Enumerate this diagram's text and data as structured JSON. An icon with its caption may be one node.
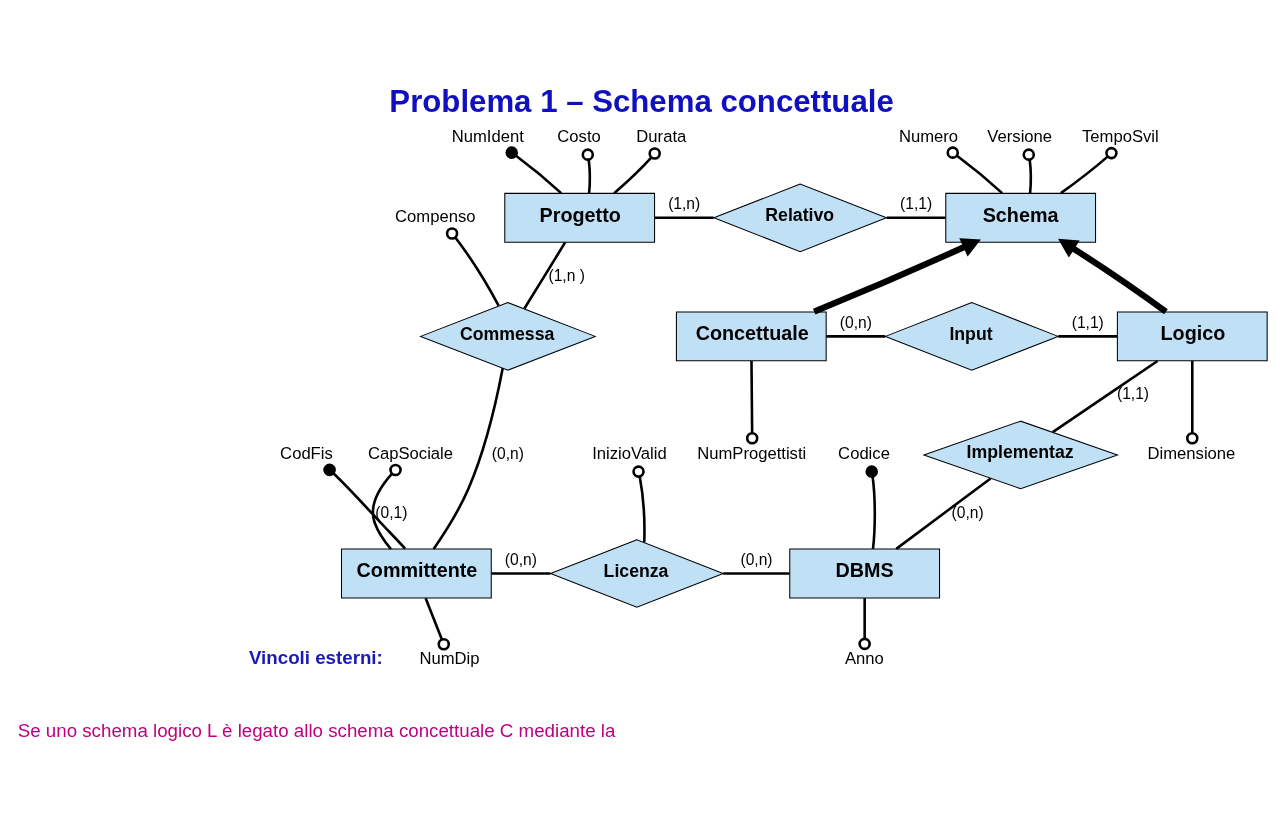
{
  "diagram": {
    "title": "Problema 1 – Schema concettuale",
    "nodes": [
      {
        "text": [
          "Progetto"
        ]
      },
      {
        "text": [
          "Relativo"
        ]
      },
      {
        "text": [
          "Schema"
        ]
      },
      {
        "text": [
          "Concettuale"
        ]
      },
      {
        "text": [
          "Input"
        ]
      },
      {
        "text": [
          "Logico"
        ]
      },
      {
        "text": [
          "Commessa"
        ]
      },
      {
        "text": [
          "Implementaz"
        ]
      },
      {
        "text": [
          "Committente"
        ]
      },
      {
        "text": [
          "Licenza"
        ]
      },
      {
        "text": [
          "DBMS"
        ]
      },
      {
        "text": [
          "NumIdent"
        ]
      },
      {
        "text": [
          "Costo"
        ]
      },
      {
        "text": [
          "Durata"
        ]
      },
      {
        "text": [
          "Numero"
        ]
      },
      {
        "text": [
          "Versione"
        ]
      },
      {
        "text": [
          "TempoSvil"
        ]
      },
      {
        "text": [
          "Compenso"
        ]
      },
      {
        "text": [
          "NumProgettisti"
        ]
      },
      {
        "text": [
          "Dimensione"
        ]
      },
      {
        "text": [
          "CapSociale"
        ]
      },
      {
        "text": [
          "CodFis"
        ]
      },
      {
        "text": [
          "InizioValid"
        ]
      },
      {
        "text": [
          "Codice"
        ]
      },
      {
        "text": [
          "NumDip"
        ]
      },
      {
        "text": [
          "Anno"
        ]
      }
    ],
    "edges": [
      {
        "from": 0,
        "to": 1,
        "arrow": "none",
        "label": "(1,n)"
      },
      {
        "from": 1,
        "to": 2,
        "arrow": "none",
        "label": "(1,1)"
      },
      {
        "from": 3,
        "to": 2,
        "arrow": "to",
        "style": "thick"
      },
      {
        "from": 5,
        "to": 2,
        "arrow": "to",
        "style": "thick"
      },
      {
        "from": 3,
        "to": 4,
        "arrow": "none",
        "label": "(0,n)"
      },
      {
        "from": 4,
        "to": 5,
        "arrow": "none",
        "label": "(1,1)"
      },
      {
        "from": 0,
        "to": 6,
        "arrow": "none",
        "label": "(1,n )"
      },
      {
        "from": 6,
        "to": 8,
        "arrow": "none",
        "label": "(0,n)"
      },
      {
        "from": 5,
        "to": 7,
        "arrow": "none",
        "label": "(1,1)"
      },
      {
        "from": 7,
        "to": 10,
        "arrow": "none",
        "label": "(0,n)"
      },
      {
        "from": 8,
        "to": 9,
        "arrow": "none",
        "label": "(0,n)"
      },
      {
        "from": 9,
        "to": 10,
        "arrow": "none",
        "label": "(0,n)"
      },
      {
        "from": 0,
        "to": 11,
        "arrow": "other"
      },
      {
        "from": 0,
        "to": 12,
        "arrow": "other"
      },
      {
        "from": 0,
        "to": 13,
        "arrow": "other"
      },
      {
        "from": 2,
        "to": 14,
        "arrow": "other"
      },
      {
        "from": 2,
        "to": 15,
        "arrow": "other"
      },
      {
        "from": 2,
        "to": 16,
        "arrow": "other"
      },
      {
        "from": 6,
        "to": 17,
        "arrow": "other"
      },
      {
        "from": 3,
        "to": 18,
        "arrow": "other"
      },
      {
        "from": 5,
        "to": 19,
        "arrow": "other"
      },
      {
        "from": 8,
        "to": 20,
        "arrow": "other",
        "label": "(0,1)"
      },
      {
        "from": 8,
        "to": 21,
        "arrow": "other"
      },
      {
        "from": 9,
        "to": 22,
        "arrow": "other"
      },
      {
        "from": 10,
        "to": 23,
        "arrow": "other"
      },
      {
        "from": 8,
        "to": 24,
        "arrow": "other"
      },
      {
        "from": 10,
        "to": 25,
        "arrow": "other"
      }
    ],
    "labels": [
      "Vincoli esterni:",
      "Se uno schema logico L è legato allo schema concettuale C mediante la"
    ]
  }
}
